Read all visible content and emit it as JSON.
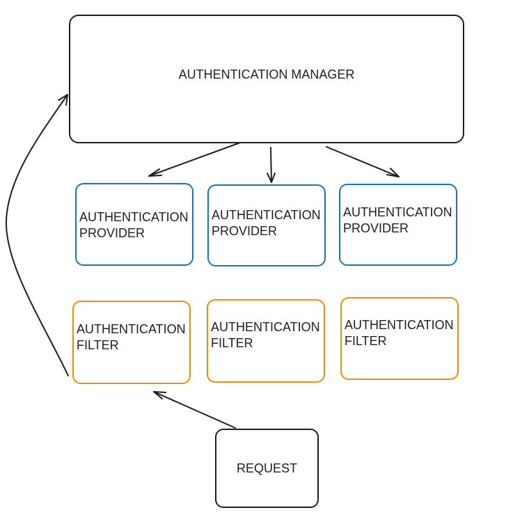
{
  "manager": {
    "label": "AUTHENTICATION MANAGER"
  },
  "providers": [
    {
      "line1": "AUTHENTICATION",
      "line2": "PROVIDER"
    },
    {
      "line1": "AUTHENTICATION",
      "line2": "PROVIDER"
    },
    {
      "line1": "AUTHENTICATION",
      "line2": "PROVIDER"
    }
  ],
  "filters": [
    {
      "line1": "AUTHENTICATION",
      "line2": "FILTER"
    },
    {
      "line1": "AUTHENTICATION",
      "line2": "FILTER"
    },
    {
      "line1": "AUTHENTICATION",
      "line2": "FILTER"
    }
  ],
  "request": {
    "label": "REQUEST"
  },
  "colors": {
    "ink": "#1e1e1e",
    "provider_border": "#1971c2",
    "filter_border": "#f08c00",
    "background": "#ffffff"
  }
}
